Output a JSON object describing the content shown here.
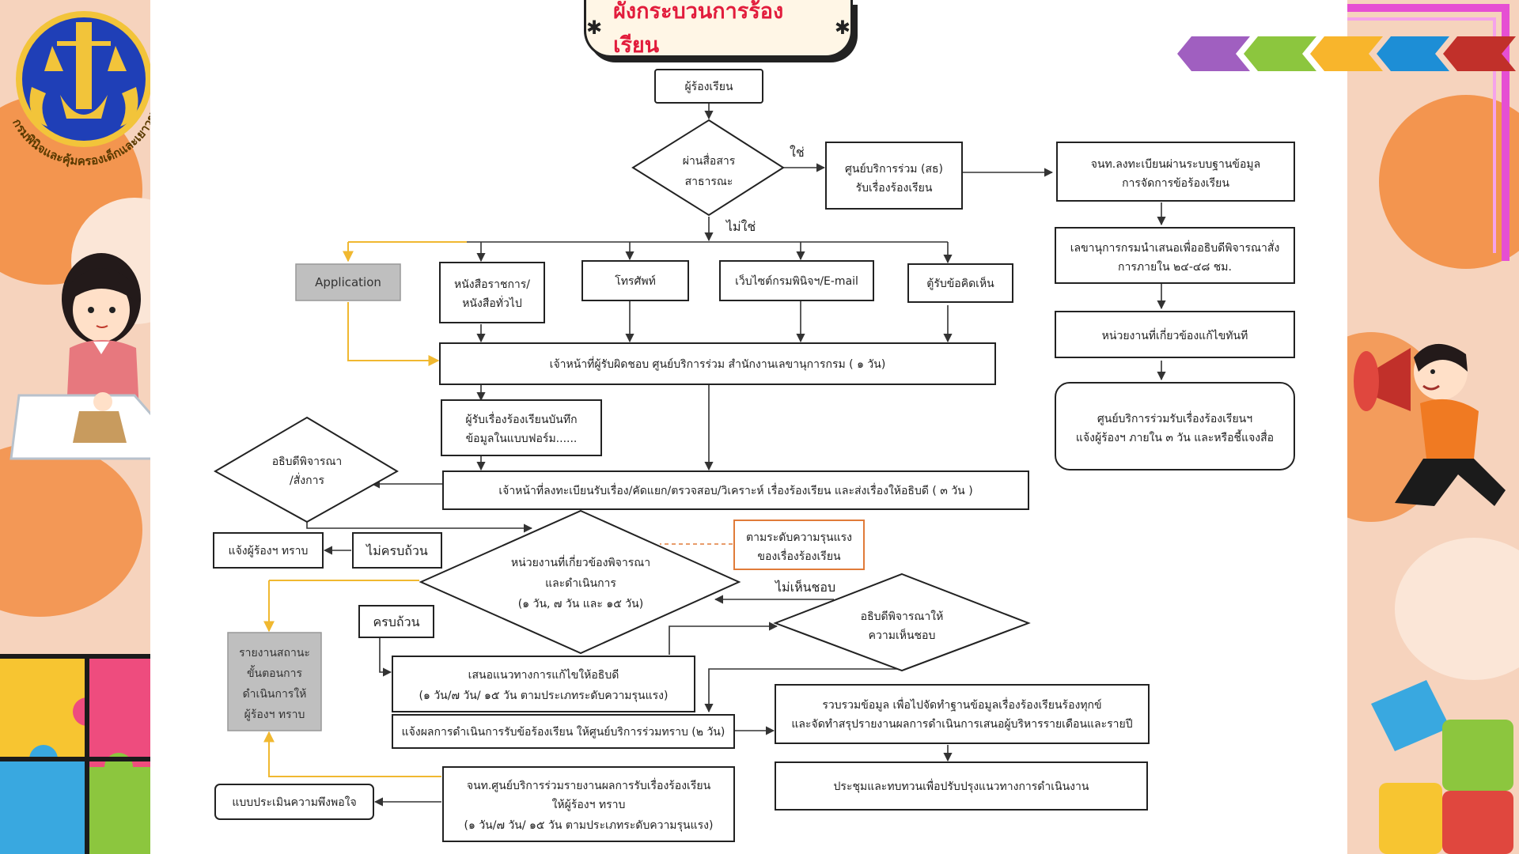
{
  "title": "ผังกระบวนการร้องเรียน",
  "title_star": "✱",
  "logo_text": "กรมพินิจและคุ้มครองเด็กและเยาวชน",
  "colors": {
    "title_text": "#e21c3c",
    "title_bg": "#fff6e6",
    "frame_pink": "#e64fd3",
    "arrows": [
      "#a05fc0",
      "#8cc63e",
      "#f8b52c",
      "#1d8ed6",
      "#c1302a"
    ],
    "yellow_edge": "#f0b830",
    "orange_note": "#e07b39",
    "gray_box": "#bfbfbf",
    "side_bg": "#f6d3bd",
    "side_accent": "#f28a3c"
  },
  "edge_labels": {
    "yes": "ใช่",
    "no": "ไม่ใช่",
    "incomplete": "ไม่ครบถ้วน",
    "complete": "ครบถ้วน",
    "disagree": "ไม่เห็นชอบ"
  },
  "nodes": {
    "complainant": "ผู้ร้องเรียน",
    "public_media": [
      "ผ่านสื่อสาร",
      "สาธารณะ"
    ],
    "joint_center": [
      "ศูนย์บริการร่วม (สธ)",
      "รับเรื่องร้องเรียน"
    ],
    "register_system": [
      "จนท.ลงทะเบียนผ่านระบบฐานข้อมูล",
      "การจัดการข้อร้องเรียน"
    ],
    "secretary_propose": [
      "เลขานุการกรมนำเสนอเพื่ออธิบดีพิจารณาสั่ง",
      "การภายใน ๒๔-๔๘ ชม."
    ],
    "unit_fix": "หน่วยงานที่เกี่ยวข้องแก้ไขทันที",
    "center_notify": [
      "ศูนย์บริการร่วมรับเรื่องร้องเรียนฯ",
      "แจ้งผู้ร้องฯ ภายใน ๓ วัน และหรือชี้แจงสื่อ"
    ],
    "application": "Application",
    "letter": [
      "หนังสือราชการ/",
      "หนังสือทั่วไป"
    ],
    "phone": "โทรศัพท์",
    "website": "เว็บไซต์กรมพินิจฯ/E-mail",
    "suggestion_box": "ตู้รับข้อคิดเห็น",
    "officer": "เจ้าหน้าที่ผู้รับผิดชอบ ศูนย์บริการร่วม สำนักงานเลขานุการกรม ( ๑ วัน)",
    "record_form": [
      "ผู้รับเรื่องร้องเรียนบันทึก",
      "ข้อมูลในแบบฟอร์ม......"
    ],
    "director_order": [
      "อธิบดีพิจารณา",
      "/สั่งการ"
    ],
    "register_sort": "เจ้าหน้าที่ลงทะเบียนรับเรื่อง/คัดแยก/ตรวจสอบ/วิเคราะห์ เรื่องร้องเรียน และส่งเรื่องให้อธิบดี   ( ๓ วัน )",
    "notify_complainant": "แจ้งผู้ร้องฯ ทราบ",
    "severity_note": [
      "ตามระดับความรุนแรง",
      "ของเรื่องร้องเรียน"
    ],
    "unit_consider": [
      "หน่วยงานที่เกี่ยวข้องพิจารณา",
      "และดำเนินการ",
      "(๑ วัน, ๗ วัน และ ๑๕ วัน)"
    ],
    "director_approve": [
      "อธิบดีพิจารณาให้",
      "ความเห็นชอบ"
    ],
    "status_report": [
      "รายงานสถานะ",
      "ขั้นตอนการ",
      "ดำเนินการให้",
      "ผู้ร้องฯ ทราบ"
    ],
    "propose_solution": [
      "เสนอแนวทางการแก้ไขให้อธิบดี",
      "(๑ วัน/๗ วัน/ ๑๕ วัน ตามประเภทระดับความรุนแรง)"
    ],
    "compile_data": [
      "รวบรวมข้อมูล เพื่อไปจัดทำฐานข้อมูลเรื่องร้องเรียนร้องทุกข์",
      "และจัดทำสรุปรายงานผลการดำเนินการเสนอผู้บริหารรายเดือนและรายปี"
    ],
    "notify_result": "แจ้งผลการดำเนินการรับข้อร้องเรียน ให้ศูนย์บริการร่วมทราบ (๒ วัน)",
    "meeting": "ประชุมและทบทวนเพื่อปรับปรุงแนวทางการดำเนินงาน",
    "satisfaction": "แบบประเมินความพึงพอใจ",
    "center_report": [
      "จนท.ศูนย์บริการร่วมรายงานผลการรับเรื่องร้องเรียน",
      "ให้ผู้ร้องฯ ทราบ",
      "(๑ วัน/๗ วัน/ ๑๕ วัน ตามประเภทระดับความรุนแรง)"
    ]
  }
}
